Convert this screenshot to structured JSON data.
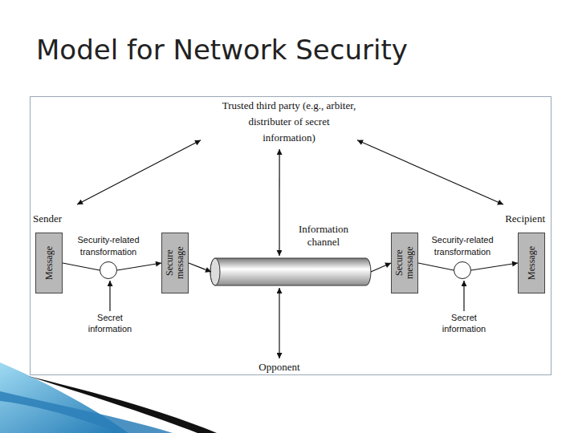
{
  "diagram": {
    "title": "Model for Network Security",
    "nodes": [
      {
        "text": [
          "Trusted third party (e.g., arbiter, distributer of secret information)"
        ]
      },
      {
        "text": [
          "Sender",
          "Message"
        ]
      },
      {
        "text": [
          "Security-related transformation"
        ]
      },
      {
        "text": [
          "Secure message"
        ]
      },
      {
        "text": [
          "Information channel"
        ]
      },
      {
        "text": [
          "Secure message"
        ]
      },
      {
        "text": [
          "Security-related transformation"
        ]
      },
      {
        "text": [
          "Recipient",
          "Message"
        ]
      },
      {
        "text": [
          "Opponent"
        ]
      }
    ],
    "edges": [
      {
        "from": 1,
        "to": 2,
        "arrow": "none"
      },
      {
        "from": 2,
        "to": 3,
        "arrow": "to"
      },
      {
        "from": 3,
        "to": 4,
        "arrow": "to"
      },
      {
        "from": 4,
        "to": 5,
        "arrow": "to"
      },
      {
        "from": 5,
        "to": 6,
        "arrow": "none"
      },
      {
        "from": 6,
        "to": 7,
        "arrow": "to"
      },
      {
        "from": 0,
        "to": 1,
        "arrow": "both"
      },
      {
        "from": 0,
        "to": 7,
        "arrow": "both"
      },
      {
        "from": 0,
        "to": 4,
        "arrow": "both"
      },
      {
        "from": 8,
        "to": 4,
        "arrow": "both"
      }
    ],
    "labels": [
      "Secret information",
      "Secret information"
    ]
  }
}
